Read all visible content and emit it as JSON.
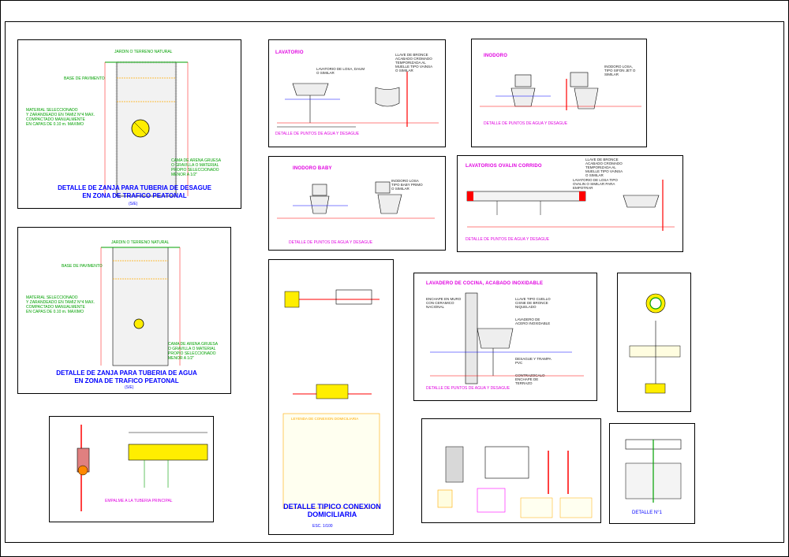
{
  "sheet": {
    "trench_sewer": {
      "top_label": "JARDIN O TERRENO NATURAL",
      "left_labels": [
        "BASE DE PAVIMENTO",
        "MATERIAL SELECCIONADO\nY ZARANDEADO EN TAMIZ N°4 MAX.\nCOMPACTADO MANUALMENTE\nEN CAPAS DE 0.10 m. MAXIMO"
      ],
      "right_label": "CAMA DE ARENA GRUESA\nO GRAVILLA O MATERIAL\nPROPIO SELECCIONADO\nMENOR A 1/2\"",
      "title": "DETALLE DE ZANJA PARA TUBERIA DE DESAGUE\nEN ZONA DE TRAFICO PEATONAL",
      "scale": "(S/E)"
    },
    "trench_water": {
      "top_label": "JARDIN O TERRENO NATURAL",
      "left_labels": [
        "BASE DE PAVIMENTO",
        "MATERIAL SELECCIONADO\nY ZARANDEADO EN TAMIZ N°4 MAX.\nCOMPACTADO MANUALMENTE\nEN CAPAS DE 0.10 m. MAXIMO"
      ],
      "right_label": "CAMA DE ARENA GRUESA\nO GRAVILLA O MATERIAL\nPROPIO SELECCIONADO\nMENOR A 1/2\"",
      "title": "DETALLE DE ZANJA PARA TUBERIA DE AGUA\nEN ZONA DE TRAFICO PEATONAL",
      "scale": "(S/E)"
    },
    "lavatorio": {
      "title": "LAVATORIO",
      "labels": [
        "LAVATORIO DE LOSA, DAUM\nO SIMILAR",
        "LLAVE DE BRONCE\nACABADO CROMADO\nTEMPORIZADA AL\nMUELLE TIPO VAINSA\nO SIMILAR"
      ],
      "caption": "DETALLE DE PUNTOS DE AGUA Y DESAGUE"
    },
    "inodoro": {
      "title": "INODORO",
      "labels": [
        "INODORO LOSA,\nTIPO SIFON JET O\nSIMILAR"
      ],
      "caption": "DETALLE DE PUNTOS DE AGUA Y DESAGUE"
    },
    "inodoro_baby": {
      "title": "INODORO BABY",
      "labels": [
        "INODORO LOSA\nTIPO BABY PRIMO\nO SIMILAR"
      ],
      "caption": "DETALLE DE PUNTOS DE AGUA Y DESAGUE"
    },
    "lavatorios_ovalin": {
      "title": "LAVATORIOS OVALIN CORRIDO",
      "labels": [
        "LLAVE DE BRONCE\nACABADO CROMADO\nTEMPORIZADA AL\nMUELLE TIPO VAINSA\nO SIMILAR",
        "LAVATORIO DE LOSA TIPO\nOVALIN O SIMILAR PARA\nEMPOTRAR"
      ],
      "caption": "DETALLE DE PUNTOS DE AGUA Y DESAGUE"
    },
    "conexion": {
      "legend_title": "LEYENDA DE CONEXION DOMICILIARIA",
      "title": "DETALLE TIPICO CONEXION\nDOMICILIARIA",
      "scale": "ESC. 1/100"
    },
    "lavadero": {
      "title": "LAVADERO DE COCINA, ACABADO INOXIDABLE",
      "labels": [
        "ENCHAPE EN MURO\nCON CERAMICO\nNACIONAL",
        "LLAVE TIPO CUELLO\nCISNE DE BRONCE\nNIQUELADO",
        "LAVADERO DE\nACERO INOXIDABLE",
        "DESAGUE Y TRAMPA\nPVC",
        "CONTRAZOCALO\nENCHAPE DE\nTERRAZO"
      ],
      "caption": "DETALLE DE PUNTOS DE AGUA Y DESAGUE"
    },
    "registro": {
      "caption": "DETALLE N°1"
    },
    "empalme": {
      "caption": "EMPALME A LA TUBERIA PRINCIPAL"
    }
  }
}
